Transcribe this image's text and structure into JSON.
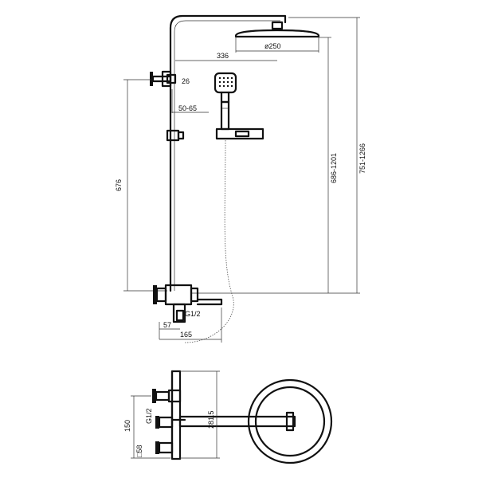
{
  "dimensions": {
    "head_offset": "336",
    "head_diameter": "ø250",
    "arm_holder": "26",
    "holder_range": "50-65",
    "rail_length": "676",
    "head_height": "686-1201",
    "total_height": "751-1266",
    "inlet_thread_front": "G1/2",
    "wall_offset": "57",
    "spout_reach": "165",
    "inlet_thread_top": "G1/2",
    "top_depth": "150",
    "top_reach": "281.5",
    "square_58": "□58"
  }
}
